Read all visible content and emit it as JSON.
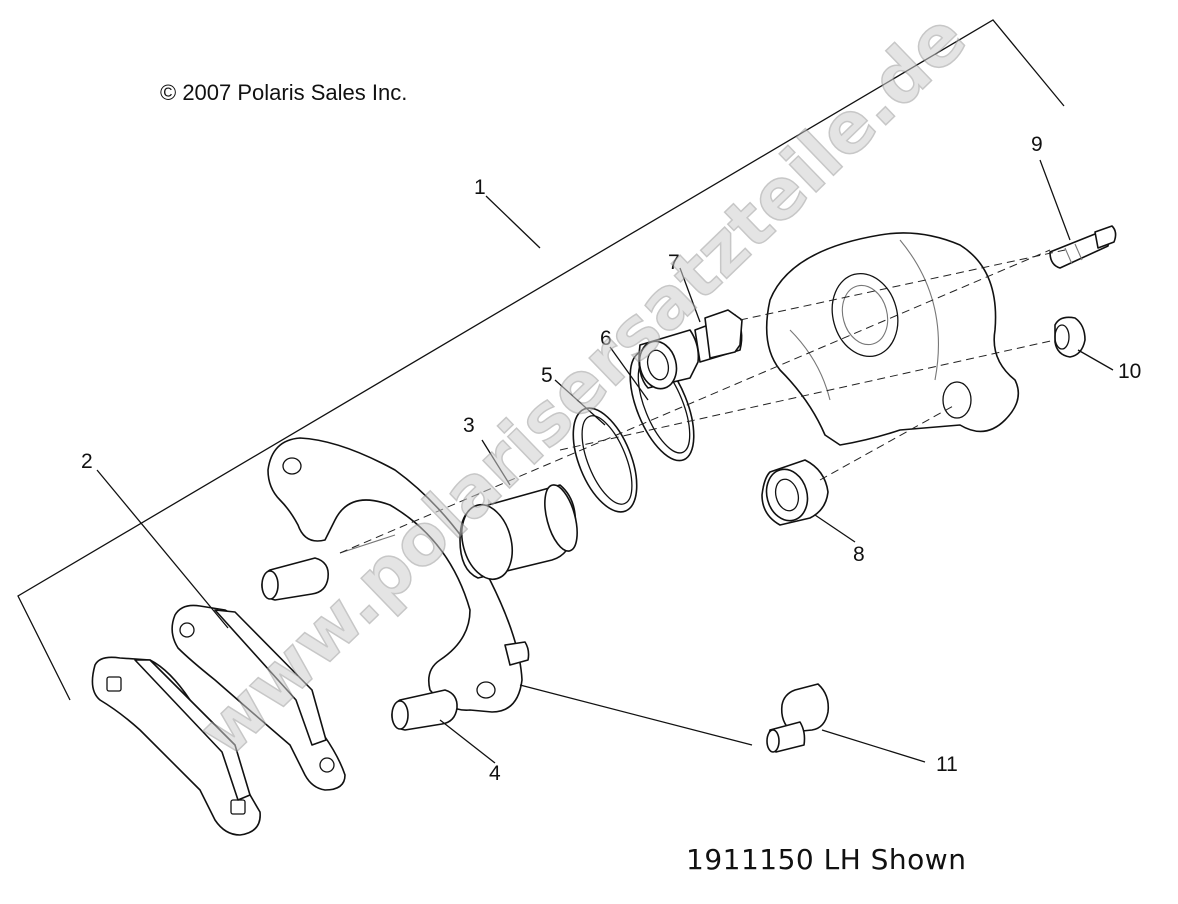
{
  "copyright": "© 2007 Polaris Sales Inc.",
  "caption": "1911150 LH Shown",
  "watermark": "www.polarisersatzteile.de",
  "callouts": [
    "1",
    "2",
    "3",
    "4",
    "5",
    "6",
    "7",
    "8",
    "9",
    "10",
    "11"
  ]
}
